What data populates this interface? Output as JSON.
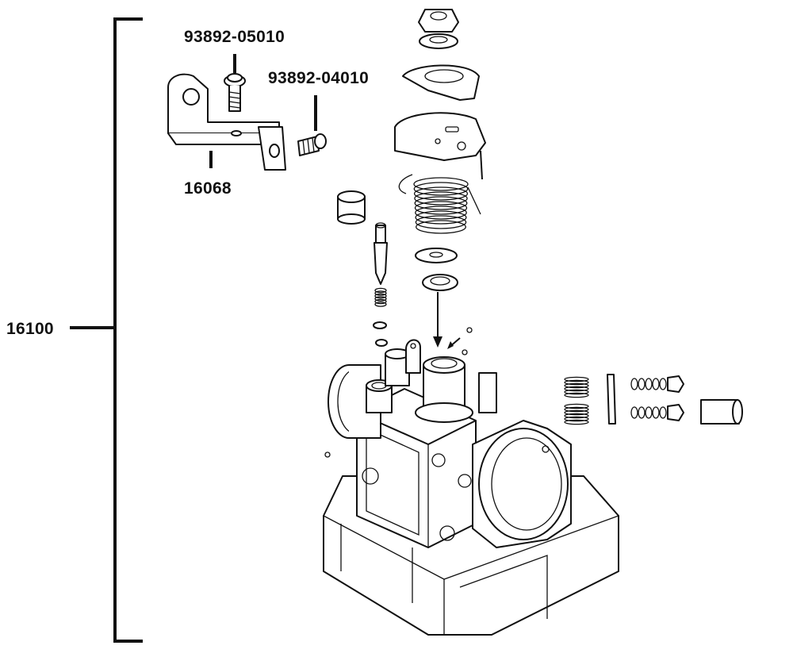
{
  "diagram": {
    "callouts": {
      "assembly": "16100",
      "bracket": "16068",
      "screw_top": "93892-05010",
      "screw_side": "93892-04010"
    }
  }
}
